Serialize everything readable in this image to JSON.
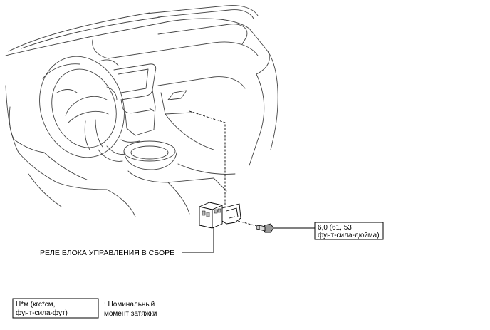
{
  "callouts": {
    "part_label": "РЕЛЕ БЛОКА УПРАВЛЕНИЯ В СБОРЕ",
    "torque_line1": "6,0 (61, 53",
    "torque_line2": "фунт-сила-дюйма)"
  },
  "legend": {
    "unit_line1": "Н*м (кгс*см,",
    "unit_line2": "фунт-сила-фут)",
    "desc_line1": ": Номинальный",
    "desc_line2": "момент затяжки"
  }
}
